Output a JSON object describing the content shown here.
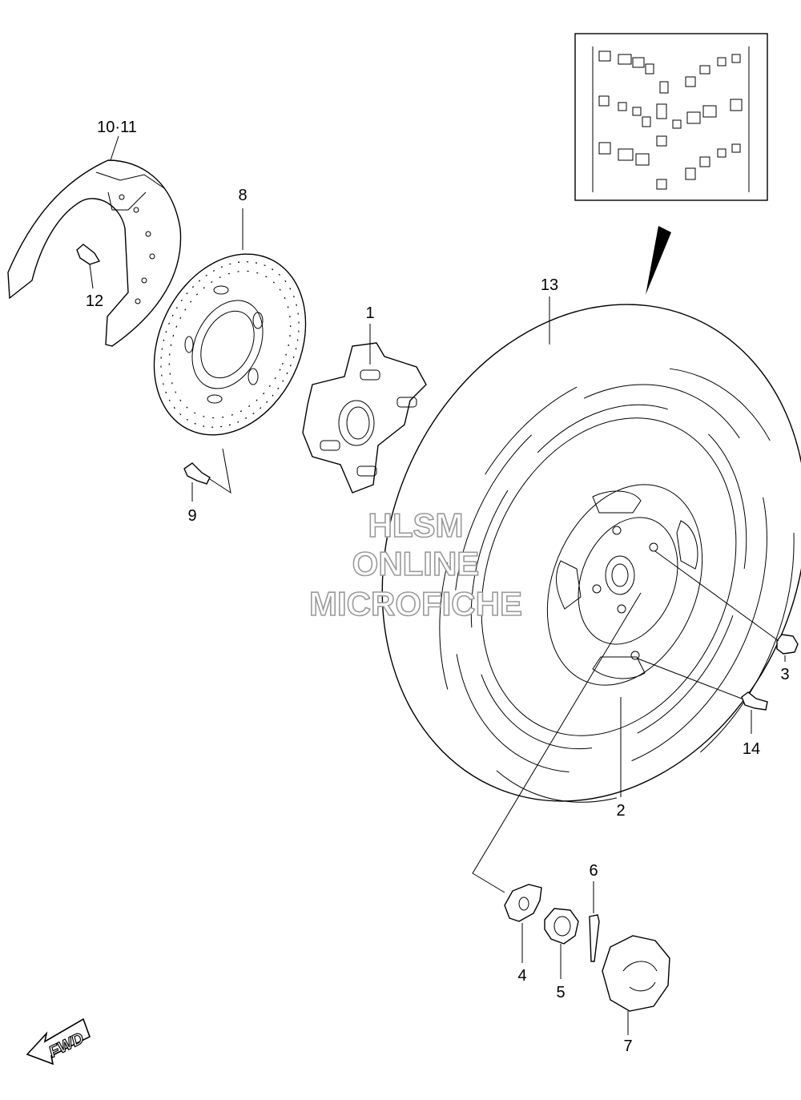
{
  "watermark": {
    "line1": "HLSM",
    "line2": "ONLINE",
    "line3": "MICROFICHE"
  },
  "fwd_label": "FWD",
  "callouts": {
    "p1": "1",
    "p2": "2",
    "p3": "3",
    "p4": "4",
    "p5": "5",
    "p6": "6",
    "p7": "7",
    "p8": "8",
    "p9": "9",
    "p10_11": "10·11",
    "p12": "12",
    "p13": "13",
    "p14": "14"
  }
}
